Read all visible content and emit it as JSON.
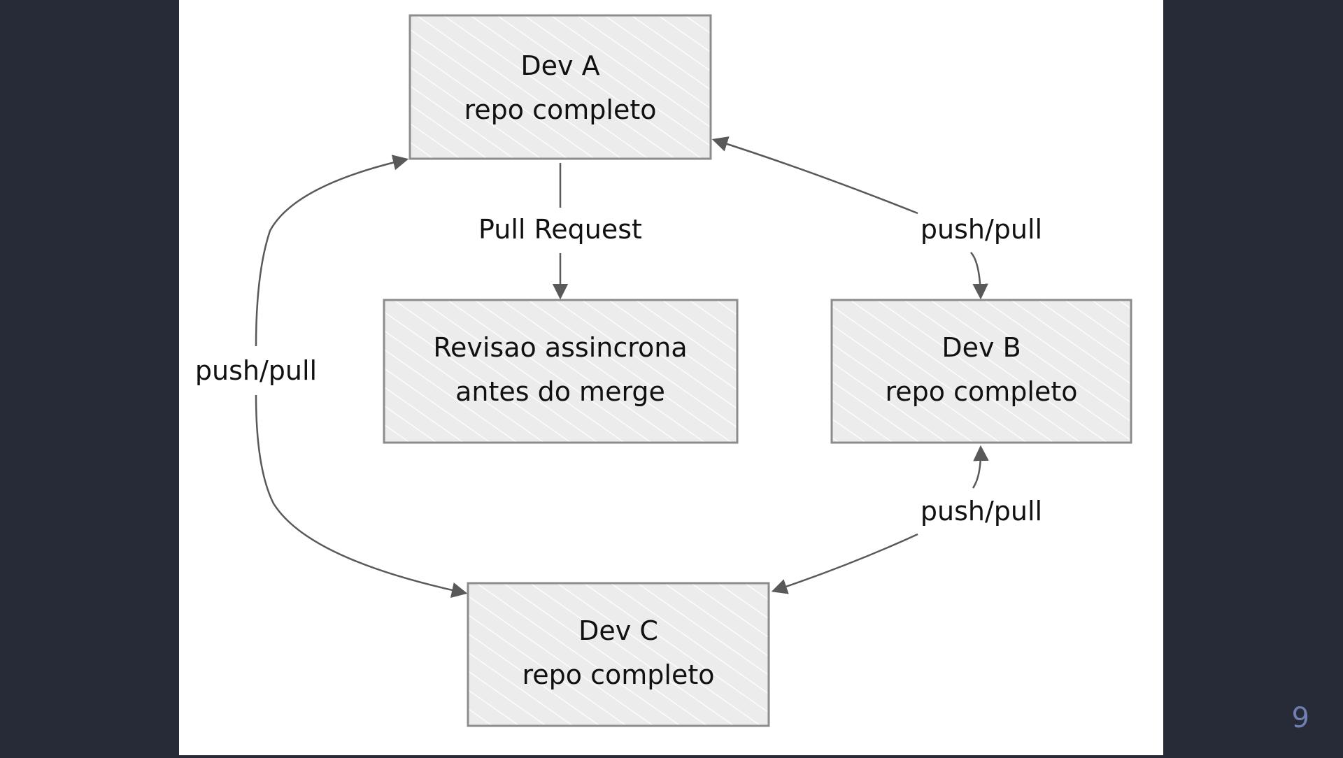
{
  "slide": {
    "page_number": "9",
    "colors": {
      "background": "#272a37",
      "canvas": "#ffffff",
      "node_fill": "#ececec",
      "node_stroke": "#8c8c8c",
      "edge": "#595959",
      "page_number": "#6f7fb0"
    }
  },
  "diagram": {
    "nodes": {
      "dev_a": {
        "line1": "Dev A",
        "line2": "repo completo"
      },
      "review": {
        "line1": "Revisao assincrona",
        "line2": "antes do merge"
      },
      "dev_b": {
        "line1": "Dev B",
        "line2": "repo completo"
      },
      "dev_c": {
        "line1": "Dev C",
        "line2": "repo completo"
      }
    },
    "edges": {
      "a_to_review": "Pull Request",
      "a_b": "push/pull",
      "a_c": "push/pull",
      "b_c": "push/pull"
    }
  }
}
